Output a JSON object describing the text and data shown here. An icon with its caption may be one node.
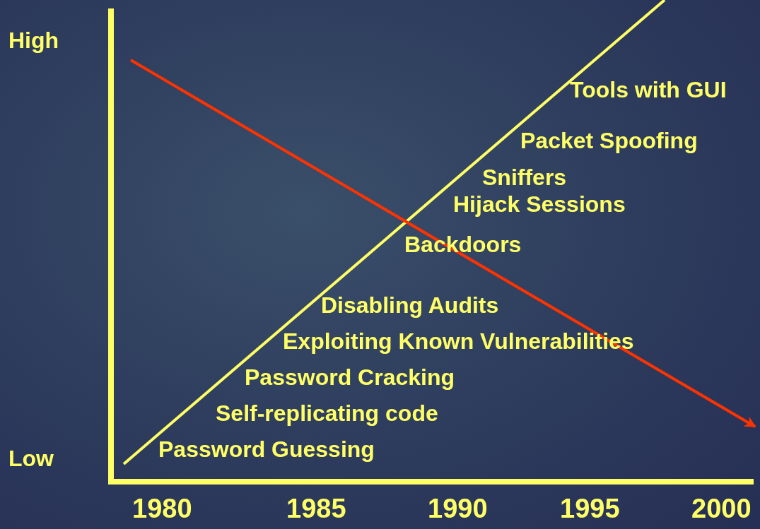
{
  "diagram": {
    "labels": [
      "High",
      "Tools with GUI",
      "Packet Spoofing",
      "Sniffers",
      "Hijack Sessions",
      "Backdoors",
      "Disabling Audits",
      "Exploiting Known Vulnerabilities",
      "Password Cracking",
      "Self-replicating code",
      "Low",
      "Password Guessing",
      "1980",
      "1985",
      "1990",
      "1995",
      "2000"
    ]
  }
}
